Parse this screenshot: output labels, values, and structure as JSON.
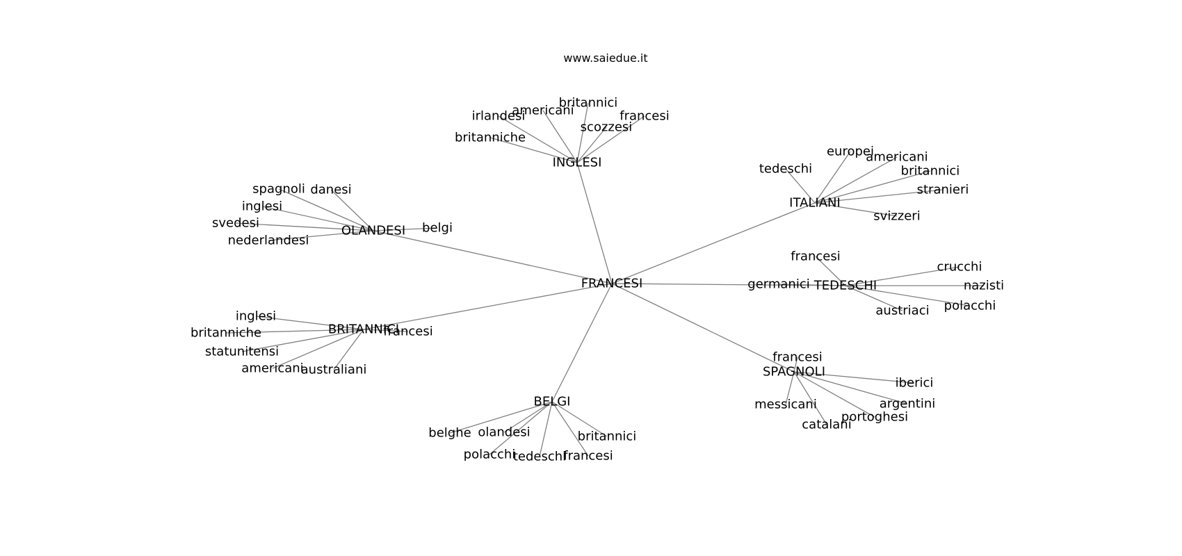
{
  "watermark": "www.saiedue.it",
  "colors": {
    "edge": "#808080",
    "text": "#000000",
    "background": "#ffffff"
  },
  "graph": {
    "center": "FRANCESI",
    "hubs": [
      {
        "label": "INGLESI",
        "neighbors": [
          "irlandesi",
          "americani",
          "britannici",
          "francesi",
          "scozzesi",
          "britanniche"
        ]
      },
      {
        "label": "ITALIANI",
        "neighbors": [
          "europei",
          "americani",
          "tedeschi",
          "britannici",
          "stranieri",
          "svizzeri"
        ]
      },
      {
        "label": "OLANDESI",
        "neighbors": [
          "spagnoli",
          "danesi",
          "inglesi",
          "svedesi",
          "nederlandesi",
          "belgi"
        ]
      },
      {
        "label": "TEDESCHI",
        "neighbors": [
          "francesi",
          "crucchi",
          "germanici",
          "nazisti",
          "austriaci",
          "polacchi"
        ]
      },
      {
        "label": "BRITANNICI",
        "neighbors": [
          "inglesi",
          "britanniche",
          "francesi",
          "statunitensi",
          "americani",
          "australiani"
        ]
      },
      {
        "label": "SPAGNOLI",
        "neighbors": [
          "francesi",
          "iberici",
          "argentini",
          "messicani",
          "portoghesi",
          "catalani"
        ]
      },
      {
        "label": "BELGI",
        "neighbors": [
          "belghe",
          "olandesi",
          "britannici",
          "polacchi",
          "tedeschi",
          "francesi"
        ]
      }
    ]
  }
}
